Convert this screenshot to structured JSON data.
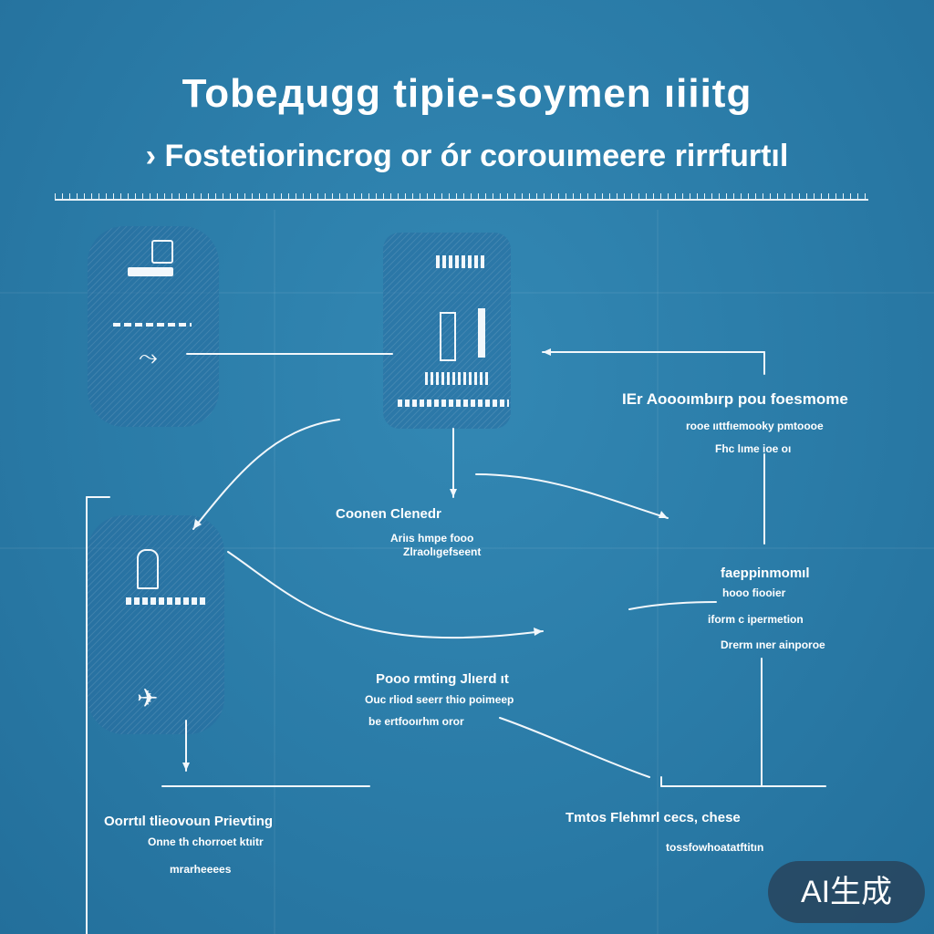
{
  "header": {
    "title": "Tobeдugg tipie-soymen ıiiitg",
    "subtitle": "› Fostetiorincrog or ór corouımeere rirrfurtıl"
  },
  "nodes": {
    "top_right": {
      "line1": "IEr Aoooımbırp pou foesmome",
      "line2": "rooe ııttfıemooky pmtoooe",
      "line3": "Fhc lıme ioe oı"
    },
    "center": {
      "line1": "Coonen Clenedr",
      "line2": "Ariıs hmpe fooo",
      "line3": "Zlraolıgefseent"
    },
    "right_mid": {
      "line1": "faeppinmomıl",
      "line2": "hooo fiooier",
      "line3": "iform c ipermetion",
      "line4": "Drerm ıner ainporoe"
    },
    "center_low": {
      "line1": "Pooo rmting Jlıerd ıt",
      "line2": "Ouc rliod seerr thio poimeep",
      "line3": "be ertfooırhm oror"
    },
    "bottom_left": {
      "line1": "Oorrtıl tlieovoun Prievting",
      "line2": "Onne th chorroet ktıitr",
      "line3": "mrarheeees"
    },
    "bottom_right": {
      "line1": "Tmtos Flehmrl cecs, chese",
      "line2": "tossfowhoatatftitın"
    }
  },
  "badge": {
    "text": "AI生成"
  }
}
